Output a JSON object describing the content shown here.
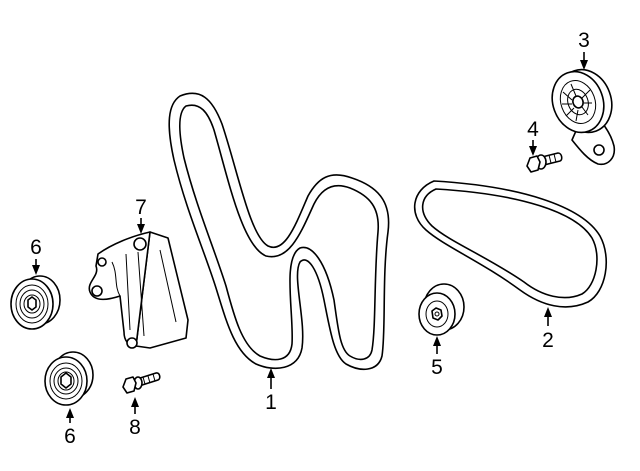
{
  "diagram": {
    "callouts": [
      {
        "id": "belt-main",
        "label": "1"
      },
      {
        "id": "belt-secondary",
        "label": "2"
      },
      {
        "id": "tensioner",
        "label": "3"
      },
      {
        "id": "tensioner-bolt",
        "label": "4"
      },
      {
        "id": "idler-pulley-small",
        "label": "5"
      },
      {
        "id": "idler-pulley-left-top",
        "label": "6"
      },
      {
        "id": "idler-pulley-left-bottom",
        "label": "6"
      },
      {
        "id": "bracket",
        "label": "7"
      },
      {
        "id": "bracket-bolt",
        "label": "8"
      }
    ]
  }
}
